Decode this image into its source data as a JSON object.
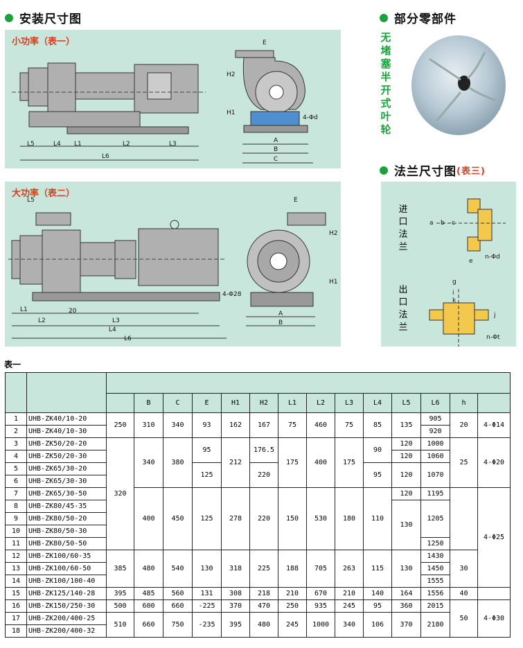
{
  "titles": {
    "install": "安装尺寸图",
    "parts": "部分零部件",
    "flange": "法兰尺寸图",
    "flange_tag": "(表三)"
  },
  "panels": {
    "small": "小功率（表一）",
    "large": "大功率（表二）"
  },
  "impeller_label": "无堵塞半开式叶轮",
  "flange_labels": {
    "inlet": "进口法兰",
    "outlet": "出口法兰"
  },
  "dims_small": {
    "L5": "L5",
    "L4": "L4",
    "L1": "L1",
    "L2": "L2",
    "L3": "L3",
    "L6": "L6",
    "E": "E",
    "H2": "H2",
    "H1": "H1",
    "A": "A",
    "B": "B",
    "C": "C",
    "fd": "4-Φd"
  },
  "dims_large": {
    "L5": "L5",
    "L1": "L1",
    "L2": "L2",
    "n20": "20",
    "L3": "L3",
    "L4": "L4",
    "L6": "L6",
    "E": "E",
    "H2": "H2",
    "H1": "H1",
    "A": "A",
    "B": "B",
    "fd": "4-Φ28"
  },
  "dims_flange": {
    "a": "a",
    "b": "b",
    "c": "c",
    "e": "e",
    "nd": "n-Φd",
    "g": "g",
    "i": "i",
    "k": "k",
    "j": "j",
    "nt": "n-Φt"
  },
  "table_title": "表一",
  "columns": [
    "B",
    "C",
    "E",
    "H1",
    "H2",
    "L1",
    "L2",
    "L3",
    "L4",
    "L5",
    "L6",
    "h"
  ],
  "rows": [
    {
      "no": "1",
      "model": "UHB-ZK40/10-20"
    },
    {
      "no": "2",
      "model": "UHB-ZK40/10-30"
    },
    {
      "no": "3",
      "model": "UHB-ZK50/20-20"
    },
    {
      "no": "4",
      "model": "UHB-ZK50/20-30"
    },
    {
      "no": "5",
      "model": "UHB-ZK65/30-20"
    },
    {
      "no": "6",
      "model": "UHB-ZK65/30-30"
    },
    {
      "no": "7",
      "model": "UHB-ZK65/30-50"
    },
    {
      "no": "8",
      "model": "UHB-ZK80/45-35"
    },
    {
      "no": "9",
      "model": "UHB-ZK80/50-20"
    },
    {
      "no": "10",
      "model": "UHB-ZK80/50-30"
    },
    {
      "no": "11",
      "model": "UHB-ZK80/50-50"
    },
    {
      "no": "12",
      "model": "UHB-ZK100/60-35"
    },
    {
      "no": "13",
      "model": "UHB-ZK100/60-50"
    },
    {
      "no": "14",
      "model": "UHB-ZK100/100-40"
    },
    {
      "no": "15",
      "model": "UHB-ZK125/140-28"
    },
    {
      "no": "16",
      "model": "UHB-ZK150/250-30"
    },
    {
      "no": "17",
      "model": "UHB-ZK200/400-25"
    },
    {
      "no": "18",
      "model": "UHB-ZK200/400-32"
    }
  ],
  "cells": {
    "A_1": "250",
    "B_1": "310",
    "C_1": "340",
    "E_1": "93",
    "H1_1": "162",
    "H2_1": "167",
    "L1_1": "75",
    "L2_1": "460",
    "L3_1": "75",
    "L4_1": "85",
    "L5_1": "135",
    "L6_1": "905",
    "L6_2": "920",
    "h_1": "20",
    "d_1": "4-Φ14",
    "A_3": "320",
    "B_3": "340",
    "C_3": "380",
    "E_3": "95",
    "E_5": "125",
    "H1_3": "212",
    "H2_3": "176.5",
    "H2_5": "220",
    "L1_3": "175",
    "L2_3": "400",
    "L3_3": "175",
    "L4_3": "90",
    "L4_6": "95",
    "L5_3": "120",
    "L5_4": "120",
    "L5_6": "120",
    "L6_3": "1000",
    "L6_4": "1060",
    "L6_6": "1070",
    "h_3": "25",
    "d_3": "4-Φ20",
    "B_7": "400",
    "C_7": "450",
    "E_7": "125",
    "H1_7": "278",
    "H2_7": "220",
    "L1_7": "150",
    "L2_7": "530",
    "L3_7": "180",
    "L4_7": "110",
    "L5_7": "120",
    "L5_9": "130",
    "L6_7": "1195",
    "L6_9": "1205",
    "L6_11": "1250",
    "h_7": "30",
    "d_7": "4-Φ25",
    "A_12": "385",
    "B_12": "480",
    "C_12": "540",
    "E_12": "130",
    "H1_12": "318",
    "H2_12": "225",
    "L1_12": "188",
    "L2_12": "705",
    "L3_12": "263",
    "L4_12": "115",
    "L5_12": "130",
    "L6_12": "1430",
    "L6_13": "1450",
    "L6_14": "1555",
    "A_15": "395",
    "B_15": "485",
    "C_15": "560",
    "E_15": "131",
    "H1_15": "308",
    "H2_15": "218",
    "L1_15": "210",
    "L2_15": "670",
    "L3_15": "210",
    "L4_15": "140",
    "L5_15": "164",
    "L6_15": "1556",
    "h_15": "40",
    "A_16": "500",
    "B_16": "600",
    "C_16": "660",
    "E_16": "-225",
    "H1_16": "370",
    "H2_16": "470",
    "L1_16": "250",
    "L2_16": "935",
    "L3_16": "245",
    "L4_16": "95",
    "L5_16": "360",
    "L6_16": "2015",
    "d_16": "4-Φ30",
    "A_17": "510",
    "B_17": "660",
    "C_17": "750",
    "E_17": "-235",
    "H1_17": "395",
    "H2_17": "480",
    "L1_17": "245",
    "L2_17": "1000",
    "L3_17": "340",
    "L4_17": "106",
    "L5_17": "370",
    "L6_17": "2180",
    "h_17": "50"
  }
}
